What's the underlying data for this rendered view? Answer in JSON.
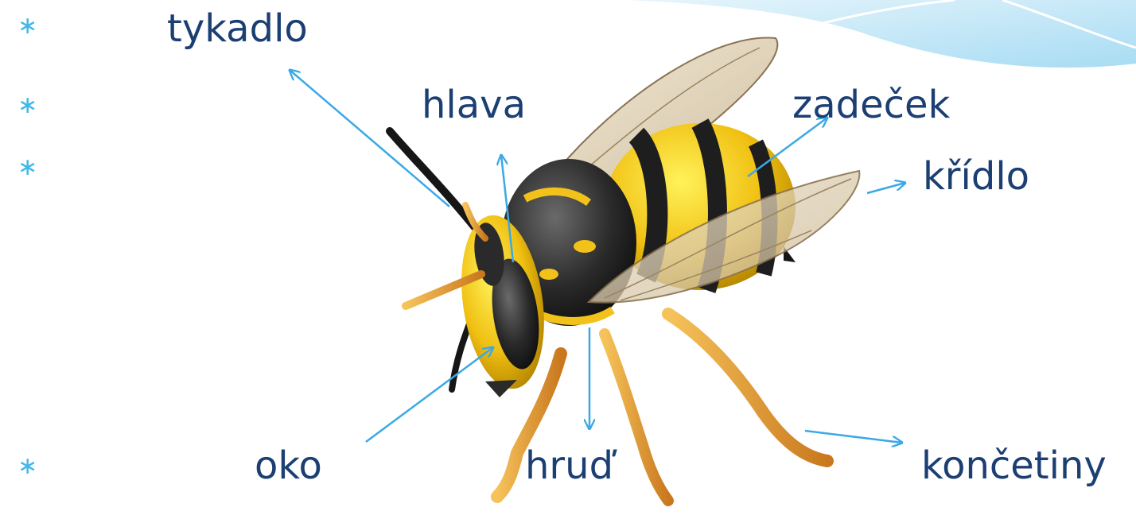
{
  "colors": {
    "label": "#1c3f73",
    "bullet": "#3fb7ea",
    "arrow": "#3aa9e6",
    "wasp_yellow": "#f2c21a",
    "wasp_black": "#1e1e1e",
    "leg_orange": "#e2a23b",
    "wing": "#d9c9a8"
  },
  "bullet_symbol": "∗",
  "labels": {
    "tykadlo": "tykadlo",
    "hlava": "hlava",
    "zadecek": "zadeček",
    "kridlo": "křídlo",
    "oko": "oko",
    "hrud": "hruď",
    "koncetiny": "končetiny"
  }
}
